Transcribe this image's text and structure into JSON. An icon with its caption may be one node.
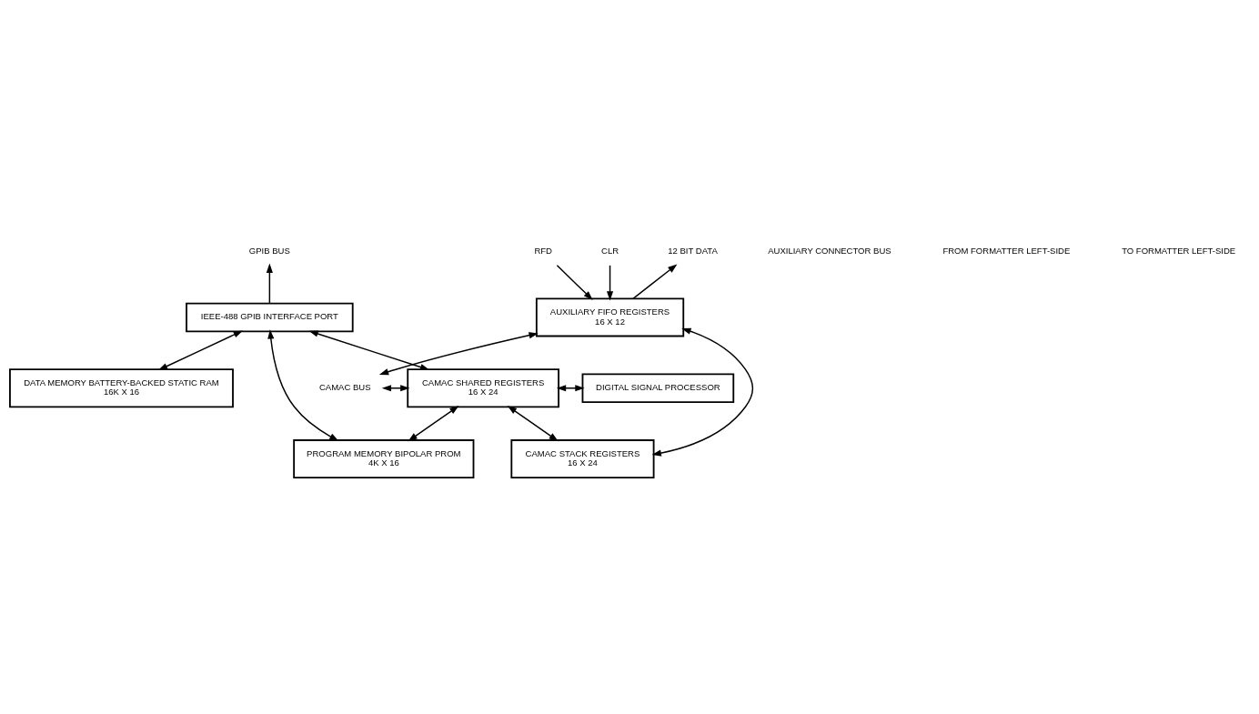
{
  "diagram": {
    "nodes": [
      {
        "text": [
          "GPIB BUS"
        ]
      },
      {
        "text": [
          "IEEE-488 GPIB INTERFACE PORT"
        ]
      },
      {
        "text": [
          "RFD"
        ]
      },
      {
        "text": [
          "CLR"
        ]
      },
      {
        "text": [
          "12 BIT DATA"
        ]
      },
      {
        "text": [
          "AUXILIARY FIFO REGISTERS",
          "16 X 12"
        ]
      },
      {
        "text": [
          "DATA MEMORY BATTERY-BACKED STATIC RAM",
          "16K X 16"
        ]
      },
      {
        "text": [
          "CAMAC BUS"
        ]
      },
      {
        "text": [
          "CAMAC SHARED REGISTERS",
          "16 X 24"
        ]
      },
      {
        "text": [
          "DIGITAL SIGNAL PROCESSOR"
        ]
      },
      {
        "text": [
          "CAMAC STACK REGISTERS",
          "16 X 24"
        ]
      },
      {
        "text": [
          "PROGRAM MEMORY BIPOLAR PROM",
          "4K X 16"
        ]
      }
    ],
    "edges": [
      {
        "from": 1,
        "to": 0,
        "arrow": "to"
      },
      {
        "from": 2,
        "to": 5,
        "arrow": "to"
      },
      {
        "from": 3,
        "to": 5,
        "arrow": "to"
      },
      {
        "from": 5,
        "to": 4,
        "arrow": "to"
      },
      {
        "from": 7,
        "to": 8,
        "arrow": "both"
      },
      {
        "from": 5,
        "to": 10,
        "arrow": "both"
      },
      {
        "from": 7,
        "to": 5,
        "arrow": "both"
      },
      {
        "from": 10,
        "to": 8,
        "arrow": "both"
      },
      {
        "from": 8,
        "to": 9,
        "arrow": "both"
      },
      {
        "from": 1,
        "to": 11,
        "arrow": "both"
      },
      {
        "from": 8,
        "to": 1,
        "arrow": "both"
      },
      {
        "from": 8,
        "to": 11,
        "arrow": "both"
      },
      {
        "from": 1,
        "to": 6,
        "arrow": "both"
      }
    ],
    "labels": [
      "AUXILIARY CONNECTOR BUS",
      "FROM FORMATTER LEFT-SIDE",
      "TO FORMATTER LEFT-SIDE"
    ]
  }
}
